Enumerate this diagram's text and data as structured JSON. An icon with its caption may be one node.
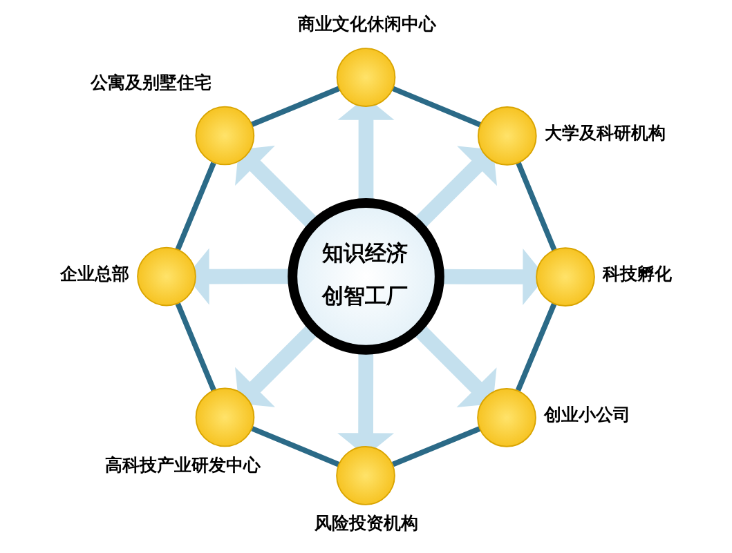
{
  "diagram": {
    "nodes": [
      {
        "text": [
          "知识经济",
          "创智工厂"
        ]
      },
      {
        "text": [
          "商业文化休闲中心"
        ]
      },
      {
        "text": [
          "大学及科研机构"
        ]
      },
      {
        "text": [
          "科技孵化"
        ]
      },
      {
        "text": [
          "创业小公司"
        ]
      },
      {
        "text": [
          "风险投资机构"
        ]
      },
      {
        "text": [
          "高科技产业研发中心"
        ]
      },
      {
        "text": [
          "企业总部"
        ]
      },
      {
        "text": [
          "公寓及别墅住宅"
        ]
      }
    ],
    "edges": [
      {
        "from": 0,
        "to": 1,
        "arrow": "to",
        "style": "thick",
        "color": "#c4e0ee"
      },
      {
        "from": 0,
        "to": 2,
        "arrow": "to",
        "style": "thick",
        "color": "#c4e0ee"
      },
      {
        "from": 0,
        "to": 3,
        "arrow": "to",
        "style": "thick",
        "color": "#c4e0ee"
      },
      {
        "from": 0,
        "to": 4,
        "arrow": "to",
        "style": "thick",
        "color": "#c4e0ee"
      },
      {
        "from": 0,
        "to": 5,
        "arrow": "to",
        "style": "thick",
        "color": "#c4e0ee"
      },
      {
        "from": 0,
        "to": 6,
        "arrow": "to",
        "style": "thick",
        "color": "#c4e0ee"
      },
      {
        "from": 0,
        "to": 7,
        "arrow": "to",
        "style": "thick",
        "color": "#c4e0ee"
      },
      {
        "from": 0,
        "to": 8,
        "arrow": "to",
        "style": "thick",
        "color": "#c4e0ee"
      },
      {
        "from": 1,
        "to": 2,
        "arrow": "none",
        "color": "#2b6a87"
      },
      {
        "from": 2,
        "to": 3,
        "arrow": "none",
        "color": "#2b6a87"
      },
      {
        "from": 3,
        "to": 4,
        "arrow": "none",
        "color": "#2b6a87"
      },
      {
        "from": 4,
        "to": 5,
        "arrow": "none",
        "color": "#2b6a87"
      },
      {
        "from": 5,
        "to": 6,
        "arrow": "none",
        "color": "#2b6a87"
      },
      {
        "from": 6,
        "to": 7,
        "arrow": "none",
        "color": "#2b6a87"
      },
      {
        "from": 7,
        "to": 8,
        "arrow": "none",
        "color": "#2b6a87"
      },
      {
        "from": 8,
        "to": 1,
        "arrow": "none",
        "color": "#2b6a87"
      }
    ]
  }
}
